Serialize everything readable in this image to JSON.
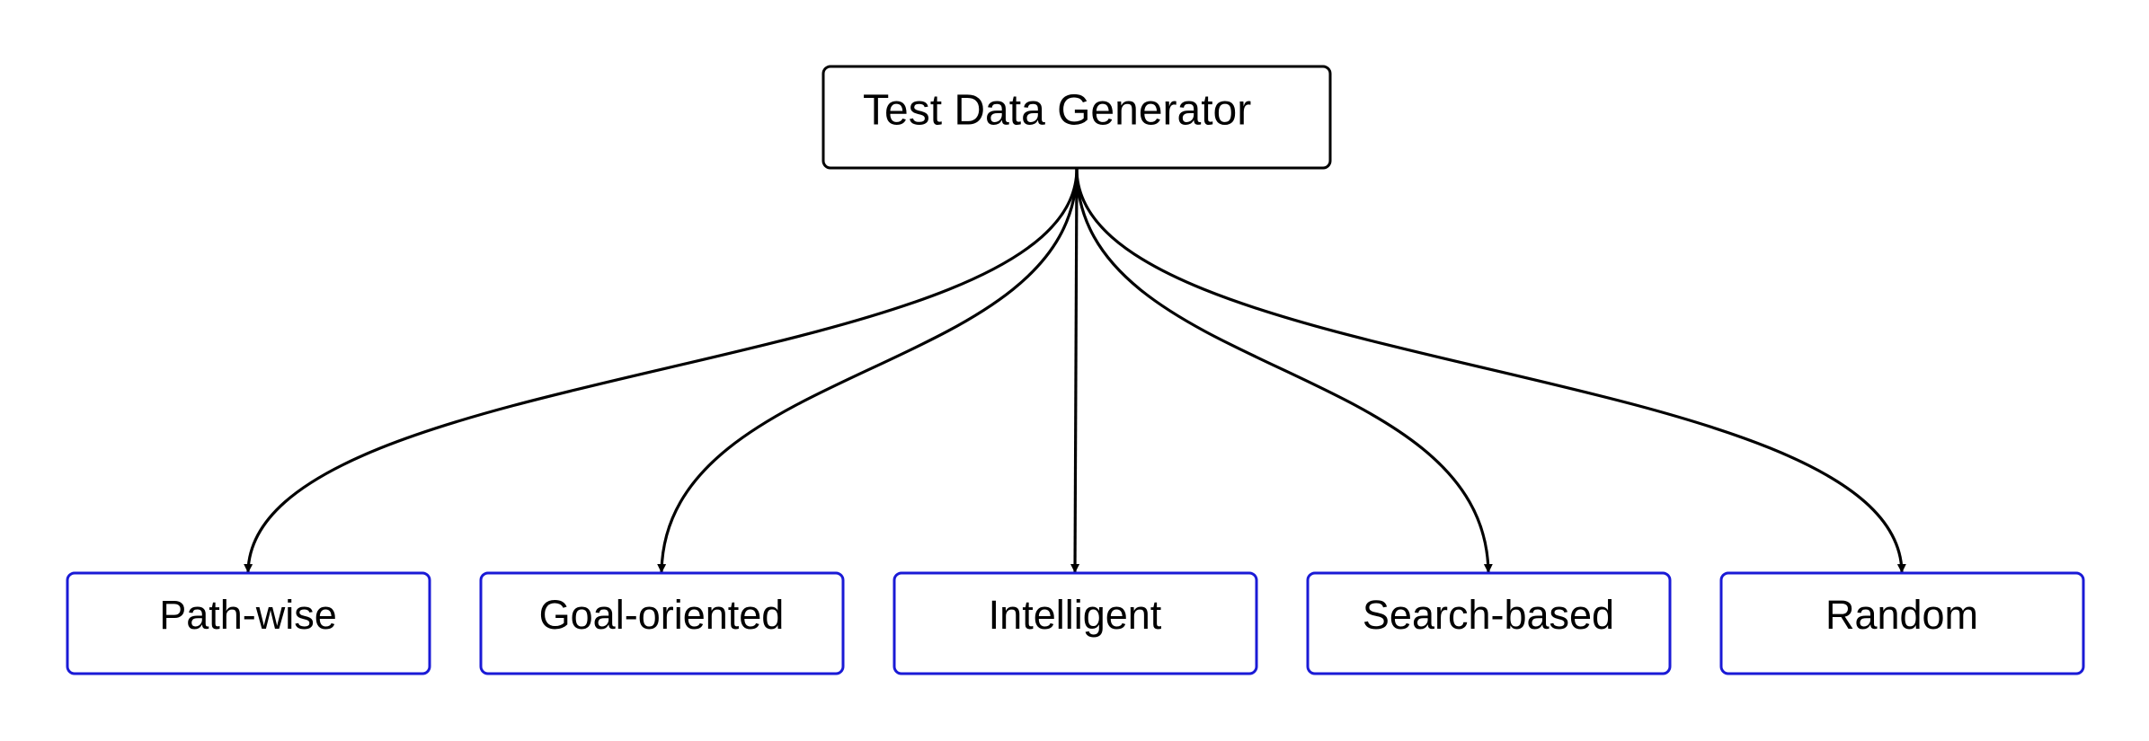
{
  "diagram": {
    "root": {
      "label": "Test Data Generator",
      "border_color": "#000000",
      "text_color": "#000000"
    },
    "children": [
      {
        "key": "path-wise",
        "label": "Path-wise"
      },
      {
        "key": "goal-oriented",
        "label": "Goal-oriented"
      },
      {
        "key": "intelligent",
        "label": "Intelligent"
      },
      {
        "key": "search-based",
        "label": "Search-based"
      },
      {
        "key": "random",
        "label": "Random"
      }
    ],
    "child_border_color": "#1a1ad6",
    "child_text_color": "#000000",
    "edge_color": "#000000"
  }
}
